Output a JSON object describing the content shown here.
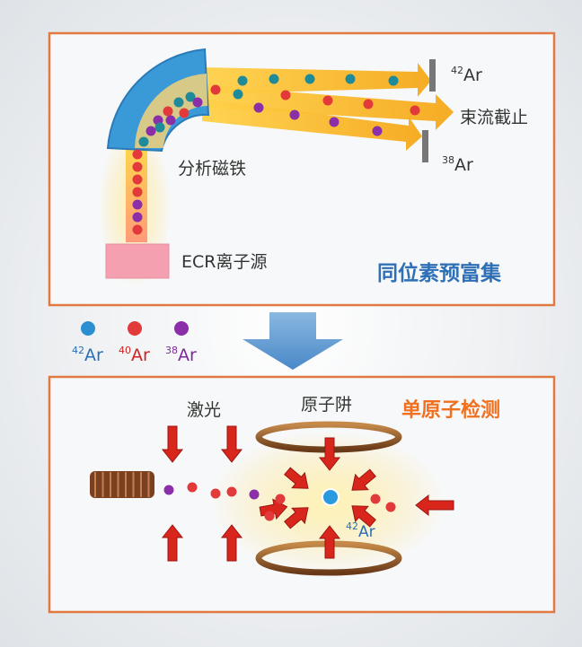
{
  "top_panel": {
    "title": "同位素预富集",
    "source_label": "ECR离子源",
    "magnet_label": "分析磁铁",
    "beam_stop_label": "束流截止",
    "isotope_top": {
      "mass": "42",
      "symbol": "Ar"
    },
    "isotope_bottom": {
      "mass": "38",
      "symbol": "Ar"
    }
  },
  "legend": [
    {
      "mass": "42",
      "symbol": "Ar",
      "color": "#2a8fd0"
    },
    {
      "mass": "40",
      "symbol": "Ar",
      "color": "#e23a3a"
    },
    {
      "mass": "38",
      "symbol": "Ar",
      "color": "#8a2fa8"
    }
  ],
  "bottom_panel": {
    "title": "单原子检测",
    "laser_label": "激光",
    "trap_label": "原子阱",
    "trapped_atom": {
      "mass": "42",
      "symbol": "Ar"
    }
  },
  "colors": {
    "frame": "#e07a40",
    "title_blue": "#2f6fb5",
    "title_orange": "#f07020",
    "beam": "#f6b820",
    "arrow_red": "#d9261c"
  }
}
